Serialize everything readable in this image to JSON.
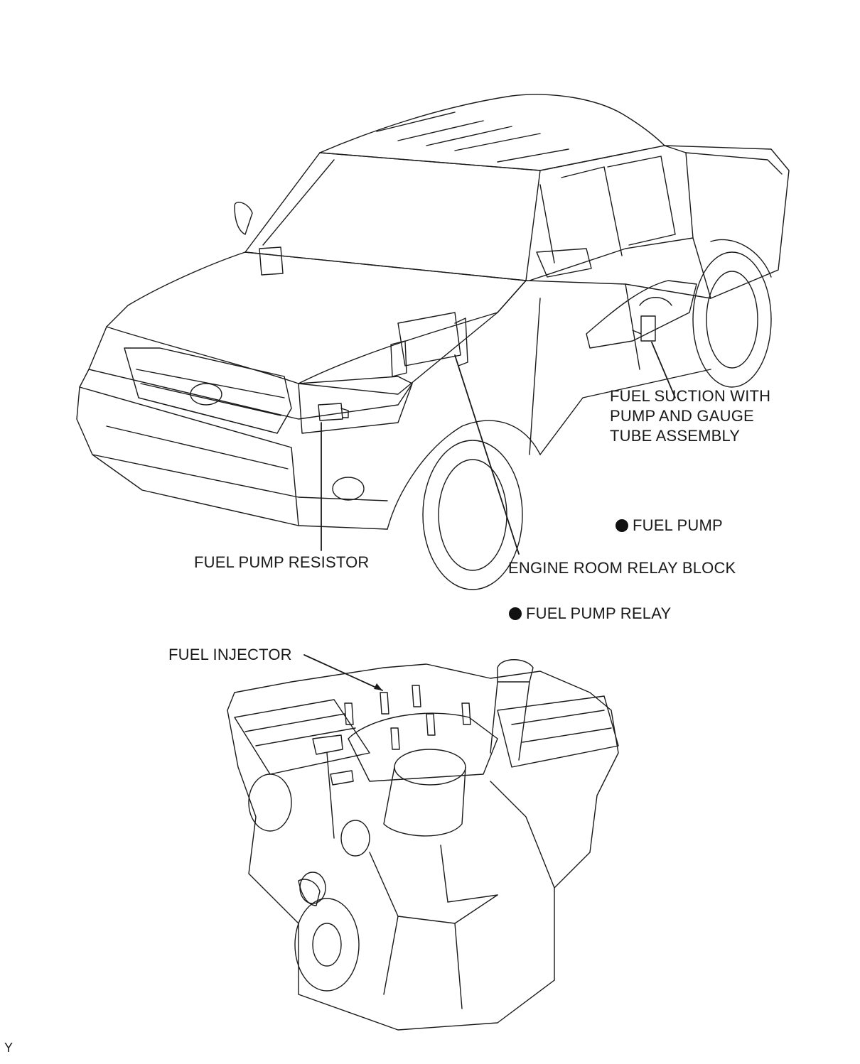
{
  "labels": {
    "fuel_suction": [
      "FUEL SUCTION WITH",
      "PUMP AND GAUGE",
      "TUBE ASSEMBLY"
    ],
    "fuel_pump": "FUEL PUMP",
    "fuel_pump_resistor": "FUEL PUMP RESISTOR",
    "engine_room_relay_block": "ENGINE ROOM RELAY BLOCK",
    "fuel_pump_relay": "FUEL PUMP RELAY",
    "fuel_injector": "FUEL INJECTOR"
  },
  "figure_code": "Y",
  "colors": {
    "line": "#1a1a1a",
    "background": "#ffffff"
  }
}
